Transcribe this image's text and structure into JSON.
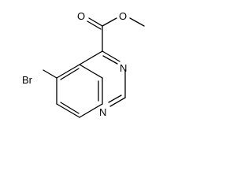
{
  "molecule": {
    "atoms": {
      "bromine": "Br",
      "carbonyl_oxygen": "O",
      "ester_oxygen": "O",
      "ring_nitrogen_3": "N",
      "ring_nitrogen_1": "N"
    }
  },
  "colors": {
    "bond": "#000000",
    "label": "#000000",
    "background": "#ffffff"
  }
}
